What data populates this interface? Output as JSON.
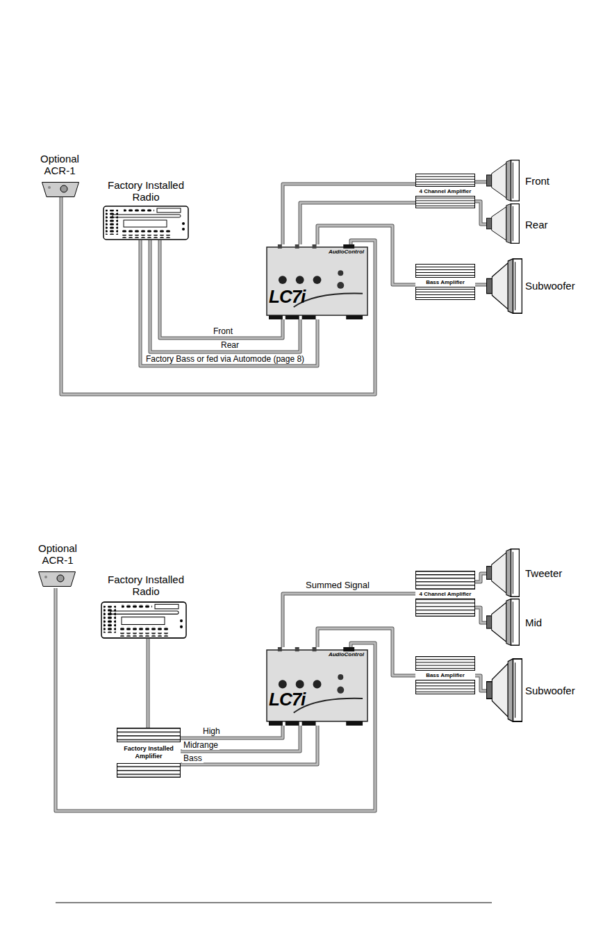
{
  "diagram": {
    "nodes": [
      {
        "text": [
          "Optional ACR-1"
        ]
      },
      {
        "text": [
          "Factory Installed Radio"
        ]
      },
      {
        "text": [
          "AudioControl",
          "LC7i"
        ]
      },
      {
        "text": [
          "4 Channel Amplifier"
        ]
      },
      {
        "text": [
          "Bass Amplifier"
        ]
      },
      {
        "text": [
          "Front"
        ]
      },
      {
        "text": [
          "Rear"
        ]
      },
      {
        "text": [
          "Subwoofer"
        ]
      },
      {
        "text": [
          "Optional ACR-1"
        ]
      },
      {
        "text": [
          "Factory Installed Radio"
        ]
      },
      {
        "text": [
          "Factory Installed Amplifier"
        ]
      },
      {
        "text": [
          "AudioControl",
          "LC7i"
        ]
      },
      {
        "text": [
          "4 Channel Amplifier"
        ]
      },
      {
        "text": [
          "Bass Amplifier"
        ]
      },
      {
        "text": [
          "Tweeter"
        ]
      },
      {
        "text": [
          "Mid"
        ]
      },
      {
        "text": [
          "Subwoofer"
        ]
      }
    ],
    "edges": [
      {
        "from": 1,
        "to": 2,
        "label": "Front",
        "arrow": "none"
      },
      {
        "from": 1,
        "to": 2,
        "label": "Rear",
        "arrow": "none"
      },
      {
        "from": 1,
        "to": 2,
        "label": "Factory Bass or fed via Automode (page 8)",
        "arrow": "none"
      },
      {
        "from": 0,
        "to": 2,
        "arrow": "none"
      },
      {
        "from": 2,
        "to": 3,
        "arrow": "none"
      },
      {
        "from": 2,
        "to": 3,
        "arrow": "none"
      },
      {
        "from": 2,
        "to": 4,
        "arrow": "none"
      },
      {
        "from": 3,
        "to": 5,
        "arrow": "none"
      },
      {
        "from": 3,
        "to": 6,
        "arrow": "none"
      },
      {
        "from": 4,
        "to": 7,
        "arrow": "none"
      },
      {
        "from": 9,
        "to": 10,
        "arrow": "none"
      },
      {
        "from": 10,
        "to": 11,
        "label": "High",
        "arrow": "none"
      },
      {
        "from": 10,
        "to": 11,
        "label": "Midrange",
        "arrow": "none"
      },
      {
        "from": 10,
        "to": 11,
        "label": "Bass",
        "arrow": "none"
      },
      {
        "from": 8,
        "to": 11,
        "arrow": "none"
      },
      {
        "from": 11,
        "to": 12,
        "label": "Summed Signal",
        "arrow": "none"
      },
      {
        "from": 11,
        "to": 13,
        "arrow": "none"
      },
      {
        "from": 12,
        "to": 14,
        "arrow": "none"
      },
      {
        "from": 12,
        "to": 15,
        "arrow": "none"
      },
      {
        "from": 13,
        "to": 16,
        "arrow": "none"
      }
    ]
  }
}
